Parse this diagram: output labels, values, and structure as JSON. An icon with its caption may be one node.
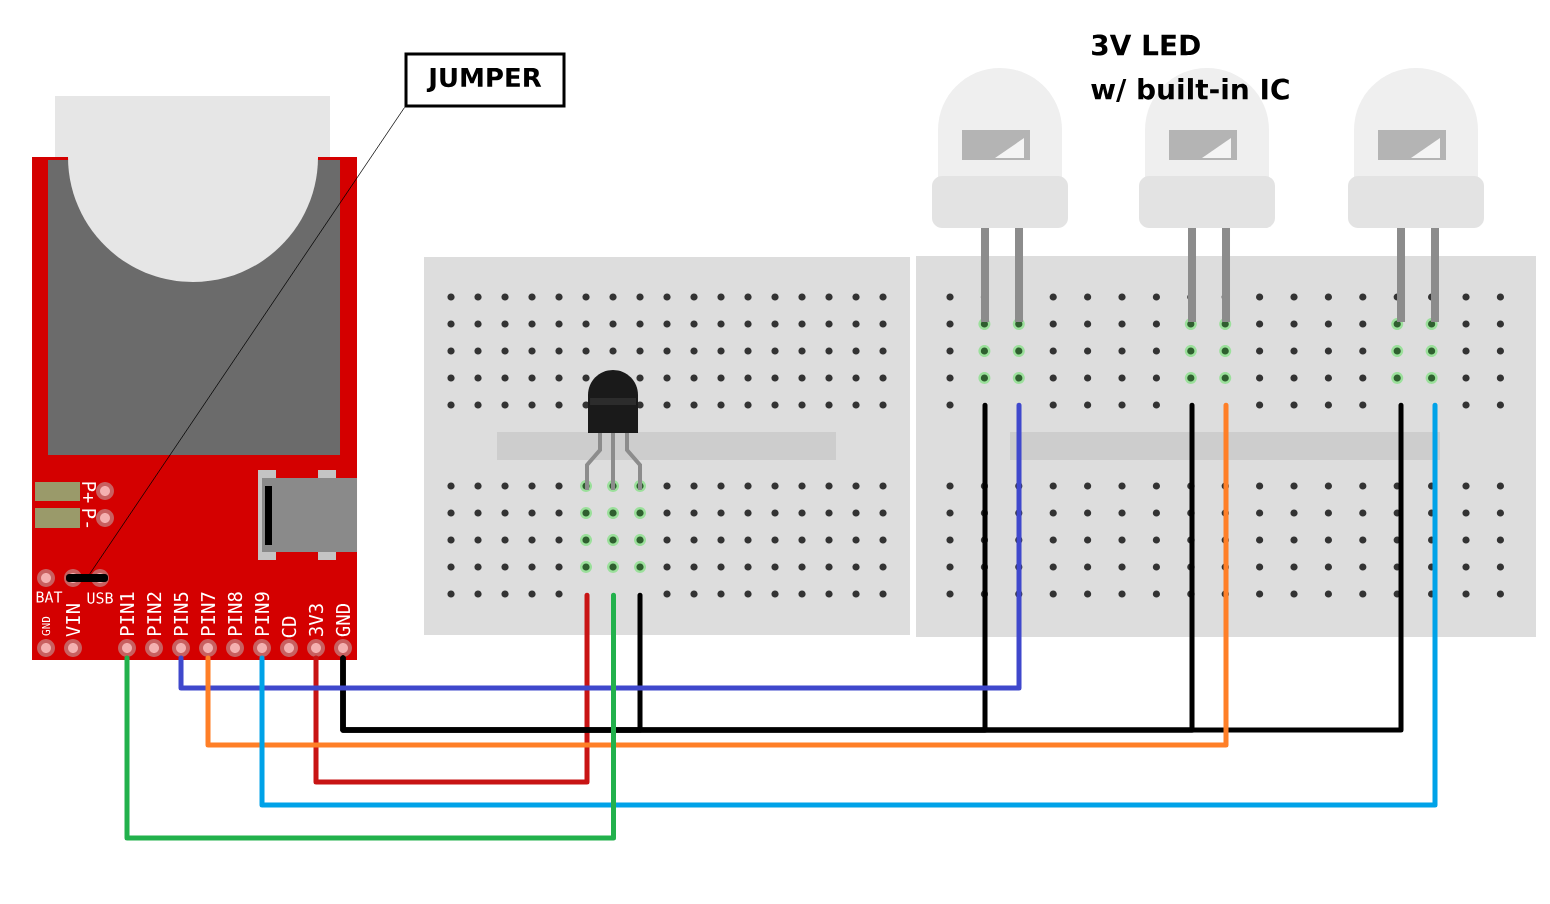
{
  "diagram": {
    "nodes": [
      {
        "text": [
          "JUMPER"
        ]
      },
      {
        "text": [],
        "shape": "bar"
      },
      {
        "text": [
          "P+"
        ]
      },
      {
        "text": [
          "P-"
        ]
      },
      {
        "text": [
          "BAT"
        ]
      },
      {
        "text": [
          "GND"
        ]
      },
      {
        "text": [
          "VIN"
        ]
      },
      {
        "text": [
          "PIN1"
        ]
      },
      {
        "text": [
          "PIN2"
        ]
      },
      {
        "text": [
          "PIN5"
        ]
      },
      {
        "text": [
          "PIN7"
        ]
      },
      {
        "text": [
          "PIN8"
        ]
      },
      {
        "text": [
          "PIN9"
        ]
      },
      {
        "text": [
          "CD"
        ]
      },
      {
        "text": [
          "3V3"
        ]
      },
      {
        "text": [
          "GND"
        ]
      },
      {
        "text": [],
        "shape": "picture"
      },
      {
        "text": [],
        "shape": "picture"
      },
      {
        "text": [],
        "shape": "picture"
      },
      {
        "text": [],
        "shape": "picture"
      }
    ],
    "edges": [
      {
        "from": 0,
        "to": 1,
        "arrow": "none"
      },
      {
        "from": 14,
        "to": 16,
        "arrow": "none",
        "color": "#c81414"
      },
      {
        "from": 15,
        "to": 16,
        "arrow": "none"
      },
      {
        "from": 15,
        "to": 17,
        "arrow": "none"
      },
      {
        "from": 15,
        "to": 18,
        "arrow": "none"
      },
      {
        "from": 15,
        "to": 19,
        "arrow": "none"
      },
      {
        "from": 9,
        "to": 17,
        "arrow": "none",
        "color": "#3f48cc"
      },
      {
        "from": 10,
        "to": 18,
        "arrow": "none",
        "color": "#ff7f27"
      },
      {
        "from": 12,
        "to": 19,
        "arrow": "none",
        "color": "#00a2e8"
      },
      {
        "from": 7,
        "to": 16,
        "arrow": "none",
        "color": "#22b14c"
      }
    ],
    "labels": [
      "USB",
      "3V LED",
      "w/ built-in IC"
    ]
  }
}
